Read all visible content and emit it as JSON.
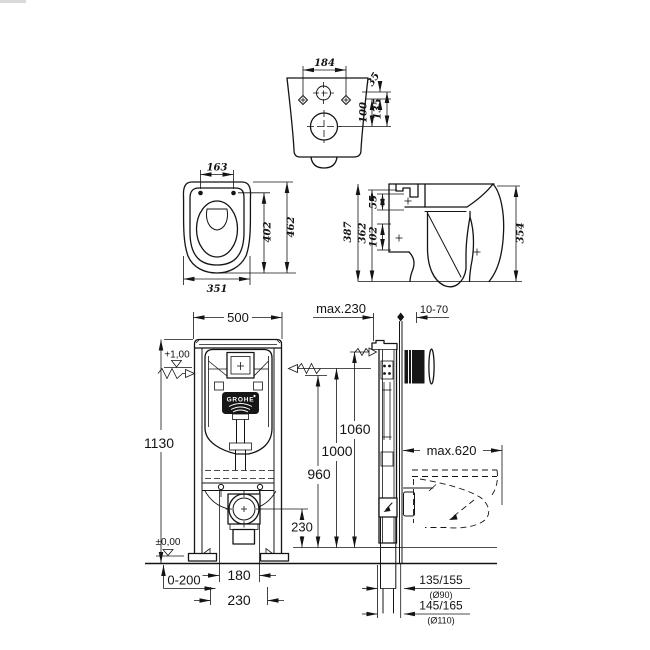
{
  "meta": {
    "background_color": "#ffffff",
    "line_color": "#141414",
    "description": "Technical installation drawing: wall-hung WC pan and concealed cistern frame"
  },
  "views": {
    "rear": {
      "dim_184": "184",
      "dim_35": "35",
      "dim_135": "135",
      "dim_100": "100"
    },
    "top": {
      "dim_163": "163",
      "dim_402": "402",
      "dim_462": "462",
      "dim_351": "351"
    },
    "side": {
      "dim_387": "387",
      "dim_362": "362",
      "dim_55": "55",
      "dim_102": "102",
      "dim_354": "354"
    },
    "frame_front": {
      "dim_500": "500",
      "dim_max230": "max.230",
      "dim_1130": "1130",
      "dim_1060": "1060",
      "dim_1000": "1000",
      "dim_960": "960",
      "dim_230_outlet": "230",
      "dim_180": "180",
      "dim_230_bottom": "230",
      "dim_0_200": "0-200",
      "level_plus100": "+1,00",
      "level_zero": "±0,00",
      "brand": "GROHE"
    },
    "frame_side": {
      "dim_10_70": "10-70",
      "dim_max620": "max.620",
      "dim_135_155": "135/155",
      "dia_90": "(Ø90)",
      "dim_145_165": "145/165",
      "dia_110": "(Ø110)"
    }
  }
}
